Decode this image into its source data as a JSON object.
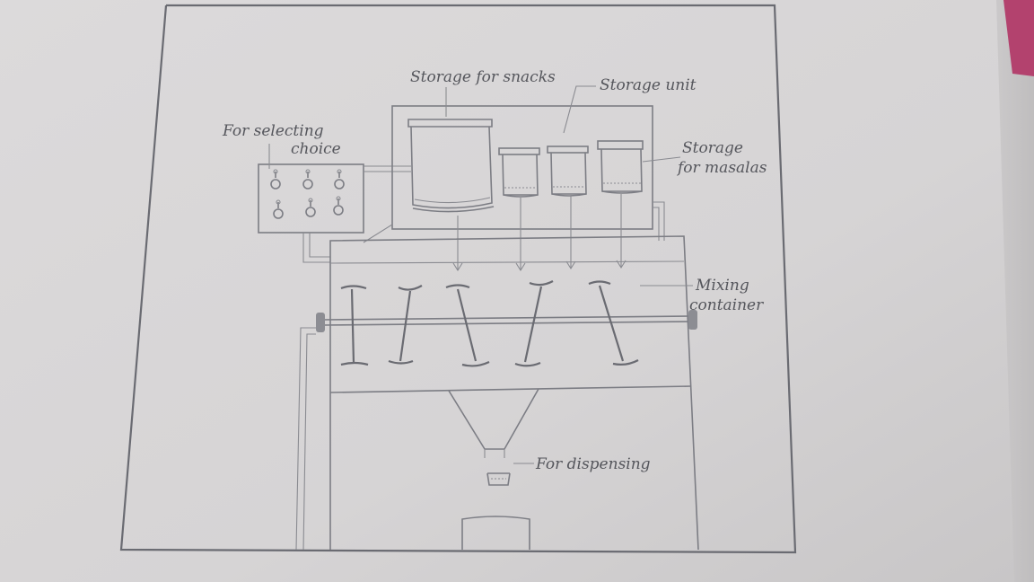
{
  "labels": {
    "storage_snacks": "Storage for snacks",
    "storage_unit": "Storage unit",
    "selecting_line1": "For selecting",
    "selecting_line2": "choice",
    "masalas_line1": "Storage",
    "masalas_line2": "for masalas",
    "mixing_line1": "Mixing",
    "mixing_line2": "container",
    "dispensing": "For dispensing"
  },
  "colors": {
    "paper": "#d9d7d8",
    "pencil": "#7c7d84",
    "background": "#c9c7c8",
    "accent_cloth": "#b3426e"
  }
}
